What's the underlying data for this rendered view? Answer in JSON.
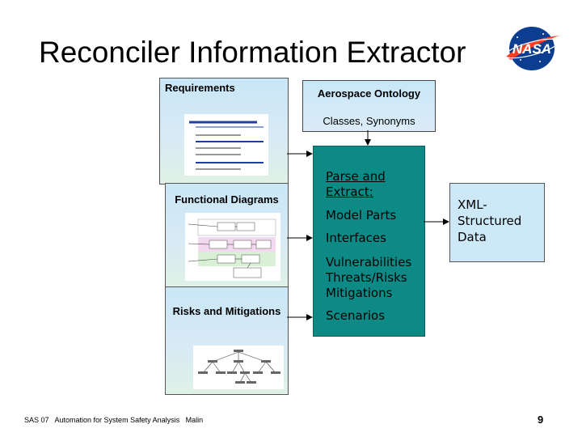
{
  "slide": {
    "title": "Reconciler Information Extractor",
    "logo_text": "NASA",
    "footer": "SAS 07   Automation for System Safety Analysis   Malin",
    "page_number": "9"
  },
  "inputs": {
    "requirements": {
      "label": "Requirements"
    },
    "functional_diagrams": {
      "label": "Functional Diagrams"
    },
    "risks": {
      "label": "Risks and Mitigations"
    }
  },
  "ontology": {
    "title": "Aerospace Ontology",
    "sub": "Classes, Synonyms"
  },
  "extractor": {
    "heading": "Parse and Extract:",
    "items": [
      "Model Parts",
      "Interfaces",
      "Vulnerabilities Threats/Risks Mitigations",
      "Scenarios"
    ]
  },
  "output": {
    "label": "XML-Structured Data"
  },
  "colors": {
    "teal": "#0e8a86",
    "panel_top": "#c9e6f7",
    "panel_bottom": "#dff1e6",
    "nasa_blue": "#0b3d91",
    "nasa_red": "#fc3d21"
  }
}
